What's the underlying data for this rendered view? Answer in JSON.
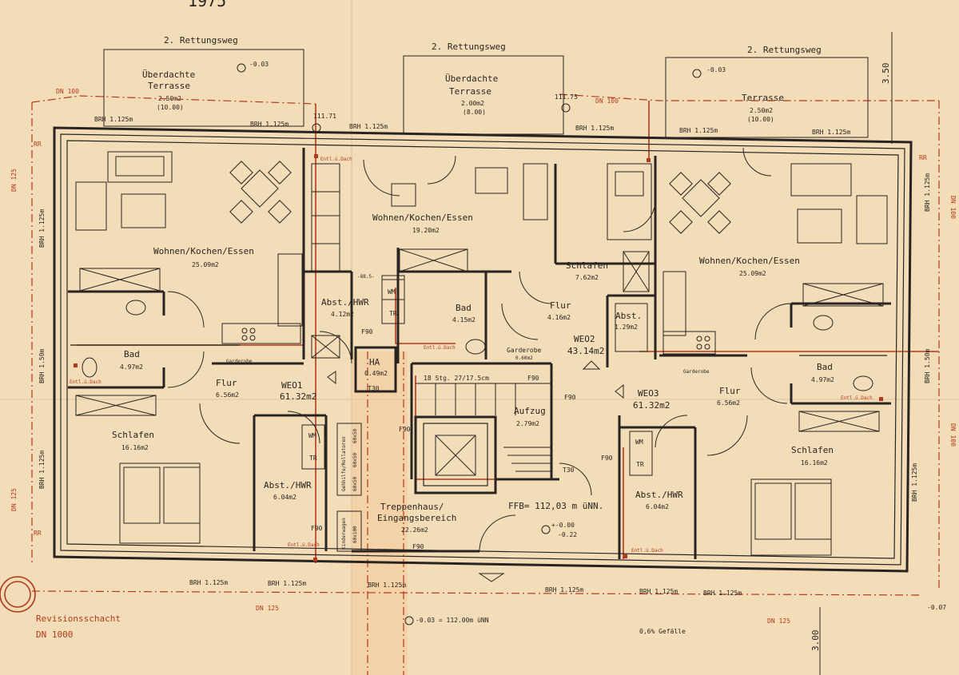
{
  "top_year": "1975",
  "rettungsweg": [
    "2. Rettungsweg",
    "2. Rettungsweg",
    "2. Rettungsweg"
  ],
  "terrace_left": {
    "name1": "Überdachte",
    "name2": "Terrasse",
    "area": "2.50m2",
    "area2": "(10.00)",
    "level": "-0.03"
  },
  "terrace_mid": {
    "name1": "Überdachte",
    "name2": "Terrasse",
    "area": "2.00m2",
    "area2": "(8.00)"
  },
  "terrace_right": {
    "name": "Terrasse",
    "area": "2.50m2",
    "area2": "(10.00)",
    "level": "-0.03"
  },
  "brh": "BRH 1.125m",
  "brh_150": "BRH 1.50m",
  "heights": {
    "h1": "111.71",
    "h2": "111.75"
  },
  "dn": {
    "d100": "DN 100",
    "d125": "DN 125",
    "d1000": "DN 1000"
  },
  "rr": "RR",
  "dim_top": "3.50",
  "dim_bottom": "3.00",
  "level_right": "-0.07",
  "ent_dach": "Entl.ü.Dach",
  "rooms": {
    "w1_living": {
      "name": "Wohnen/Kochen/Essen",
      "area": "25.09m2"
    },
    "w1_bad": {
      "name": "Bad",
      "area": "4.97m2"
    },
    "w1_flur": {
      "name": "Flur",
      "area": "6.56m2"
    },
    "w1_unit": {
      "name": "WEO1",
      "area": "61.32m2"
    },
    "w1_schlafen": {
      "name": "Schlafen",
      "area": "16.16m2"
    },
    "w1_abst": {
      "name": "Abst./HWR",
      "area": "6.04m2"
    },
    "w1_garderobe": "Garderobe",
    "abst_top": {
      "name": "Abst./HWR",
      "area": "4.12m2"
    },
    "w2_living": {
      "name": "Wohnen/Kochen/Essen",
      "area": "19.20m2"
    },
    "w2_bad": {
      "name": "Bad",
      "area": "4.15m2"
    },
    "w2_schlafen": {
      "name": "Schlafen",
      "area": "7.62m2"
    },
    "w2_flur": {
      "name": "Flur",
      "area": "4.16m2"
    },
    "w2_abst": {
      "name": "Abst.",
      "area": "1.29m2"
    },
    "w2_unit": {
      "name": "WEO2",
      "area": "43.14m2"
    },
    "w2_garderobe": {
      "name": "Garderobe",
      "area": "0.60m2"
    },
    "w3_living": {
      "name": "Wohnen/Kochen/Essen",
      "area": "25.09m2"
    },
    "w3_bad": {
      "name": "Bad",
      "area": "4.97m2"
    },
    "w3_flur": {
      "name": "Flur",
      "area": "6.56m2"
    },
    "w3_unit": {
      "name": "WEO3",
      "area": "61.32m2"
    },
    "w3_schlafen": {
      "name": "Schlafen",
      "area": "16.16m2"
    },
    "w3_abst": {
      "name": "Abst./HWR",
      "area": "6.04m2"
    },
    "w3_garderobe": "Garderobe",
    "ha": {
      "name": "HA",
      "area": "0.49m2"
    },
    "aufzug": {
      "name": "Aufzug",
      "area": "2.79m2"
    },
    "treppenhaus": {
      "name1": "Treppenhaus/",
      "name2": "Eingangsbereich",
      "area": "22.26m2"
    }
  },
  "stairs": "18 Stg. 27/17.5cm",
  "ffb": "FFB= 112,03 m üNN.",
  "level_entry": {
    "a": "+-0.00",
    "b": "-0.22"
  },
  "level_bottom": "-0.03 = 112.00m üNN",
  "level_small": "-88.5-",
  "fire": {
    "f90": "F90",
    "t30": "T30"
  },
  "appliances": {
    "wm": "WM",
    "tr": "TR"
  },
  "storage": {
    "g1": "Gehhilfe/Rollatoren",
    "g2": "60x50",
    "g3": "60x50",
    "g4": "60x50",
    "k1": "Kinderwagen",
    "k2": "60x100"
  },
  "revisionsschacht": "Revisionsschacht",
  "gefaelle": "0,6% Gefälle"
}
